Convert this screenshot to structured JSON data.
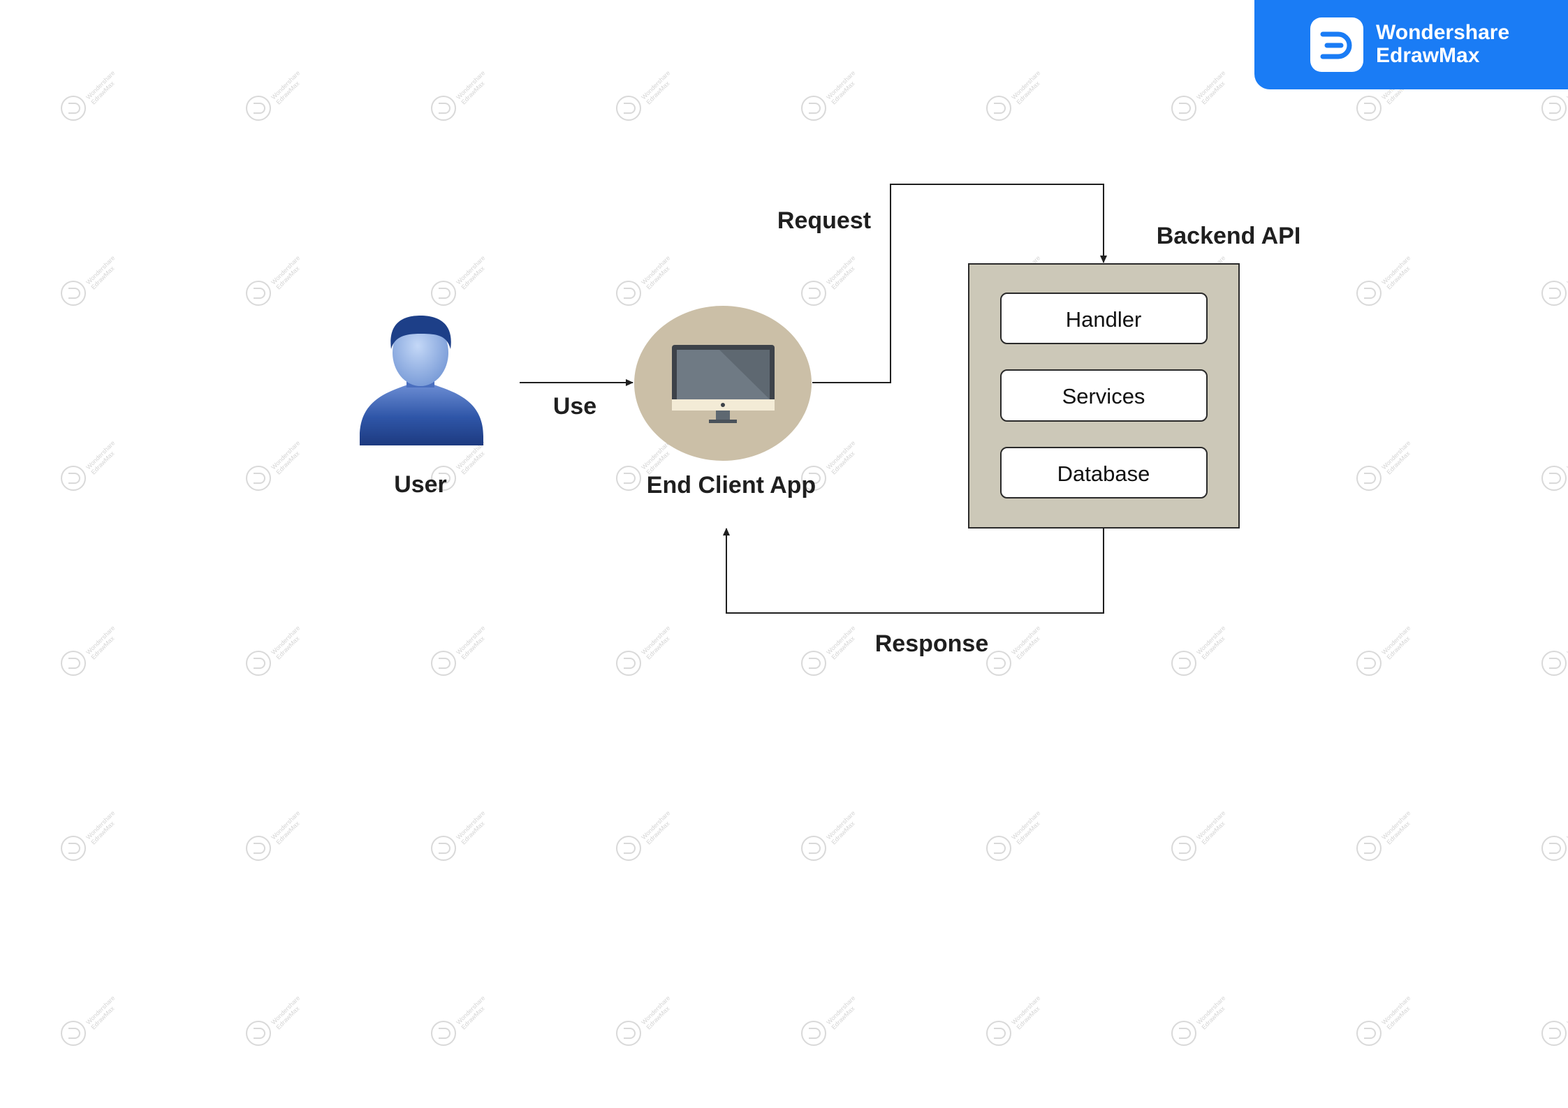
{
  "branding": {
    "line1": "Wondershare",
    "line2": "EdrawMax",
    "color": "#1a7cf5"
  },
  "watermark": {
    "line1": "Wondershare",
    "line2": "EdrawMax"
  },
  "nodes": {
    "user": {
      "label": "User",
      "icon": "user-avatar-icon"
    },
    "client": {
      "label": "End Client App",
      "icon": "monitor-icon"
    },
    "backend": {
      "label": "Backend API",
      "items": [
        "Handler",
        "Services",
        "Database"
      ]
    }
  },
  "edges": {
    "use": "Use",
    "request": "Request",
    "response": "Response"
  },
  "colors": {
    "backend_fill": "#ccc8b8",
    "client_circle": "#cbbfa7",
    "user_figure": "#2e5aa8",
    "line": "#1f1f1f"
  }
}
